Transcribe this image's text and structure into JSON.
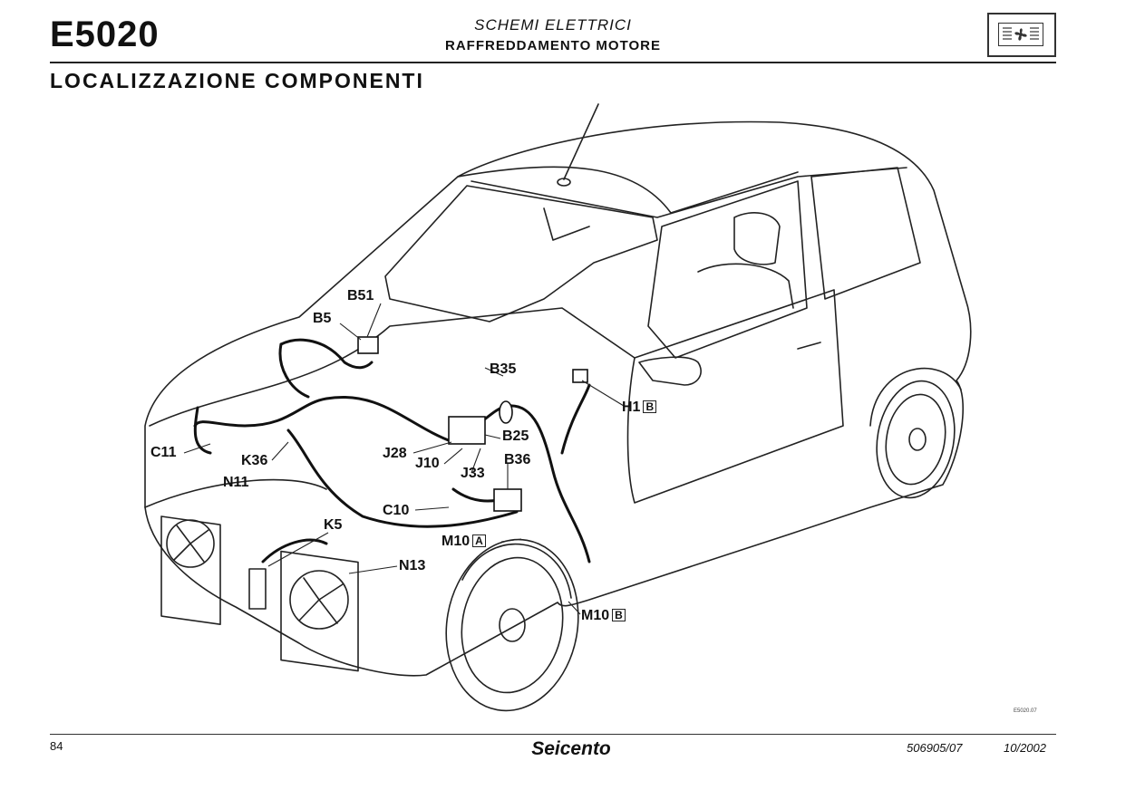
{
  "header": {
    "code": "E5020",
    "section": "SCHEMI ELETTRICI",
    "subsection": "RAFFREDDAMENTO MOTORE",
    "title": "LOCALIZZAZIONE COMPONENTI",
    "badge_icon": "fan-icon"
  },
  "components": {
    "B51": "B51",
    "B5": "B5",
    "B35": "B35",
    "H1": "H1",
    "H1_box": "B",
    "C11": "C11",
    "K36": "K36",
    "N11": "N11",
    "J28": "J28",
    "J10": "J10",
    "B25": "B25",
    "J33": "J33",
    "B36": "B36",
    "C10": "C10",
    "K5": "K5",
    "M10A": "M10",
    "M10A_box": "A",
    "N13": "N13",
    "M10B": "M10",
    "M10B_box": "B"
  },
  "footer": {
    "page": "84",
    "brand": "Seicento",
    "doc_ref": "506905/07",
    "date": "10/2002",
    "drawing_no": "E5020.07"
  },
  "colors": {
    "ink": "#111111",
    "paper": "#ffffff"
  }
}
